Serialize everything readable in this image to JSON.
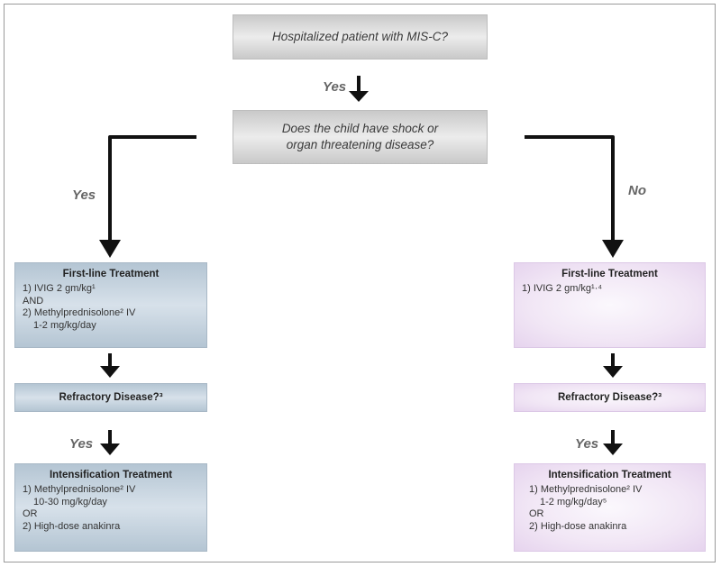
{
  "top": {
    "question1": "Hospitalized patient with MIS-C?",
    "yes1": "Yes",
    "question2": "Does the child have shock or organ threatening disease?"
  },
  "left": {
    "branch_label": "Yes",
    "first_line": {
      "title": "First-line Treatment",
      "lines": [
        "1) IVIG 2 gm/kg¹",
        "AND",
        "2) Methylprednisolone² IV",
        "1-2 mg/kg/day"
      ]
    },
    "refractory": "Refractory Disease?³",
    "yes_label": "Yes",
    "intensification": {
      "title": "Intensification Treatment",
      "lines": [
        "1) Methylprednisolone² IV",
        "10-30 mg/kg/day",
        "OR",
        "2) High-dose anakinra"
      ]
    }
  },
  "right": {
    "branch_label": "No",
    "first_line": {
      "title": "First-line Treatment",
      "lines": [
        "1) IVIG 2 gm/kg¹·⁴"
      ]
    },
    "refractory": "Refractory Disease?³",
    "yes_label": "Yes",
    "intensification": {
      "title": "Intensification Treatment",
      "lines": [
        "1) Methylprednisolone² IV",
        "1-2 mg/kg/day⁵",
        "OR",
        "2) High-dose anakinra"
      ]
    }
  }
}
